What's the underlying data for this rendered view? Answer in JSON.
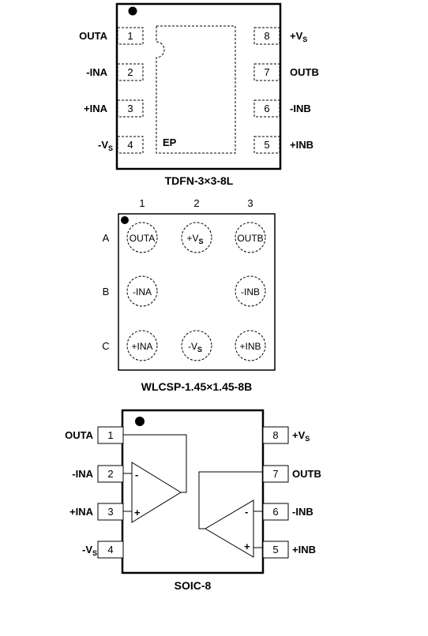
{
  "tdfn": {
    "caption": "TDFN-3×3-8L",
    "pad_label": "EP",
    "left_pins": [
      {
        "num": "1",
        "name": "OUTA",
        "sub": ""
      },
      {
        "num": "2",
        "name": "-INA",
        "sub": ""
      },
      {
        "num": "3",
        "name": "+INA",
        "sub": ""
      },
      {
        "num": "4",
        "name": "-V",
        "sub": "S"
      }
    ],
    "right_pins": [
      {
        "num": "8",
        "name": "+V",
        "sub": "S"
      },
      {
        "num": "7",
        "name": "OUTB",
        "sub": ""
      },
      {
        "num": "6",
        "name": "-INB",
        "sub": ""
      },
      {
        "num": "5",
        "name": "+INB",
        "sub": ""
      }
    ]
  },
  "wlcsp": {
    "caption": "WLCSP-1.45×1.45-8B",
    "columns": [
      "1",
      "2",
      "3"
    ],
    "rows": [
      "A",
      "B",
      "C"
    ],
    "balls": {
      "a1": {
        "name": "OUTA",
        "sub": ""
      },
      "a2": {
        "name": "+V",
        "sub": "S"
      },
      "a3": {
        "name": "OUTB",
        "sub": ""
      },
      "b1": {
        "name": "-INA",
        "sub": ""
      },
      "b3": {
        "name": "-INB",
        "sub": ""
      },
      "c1": {
        "name": "+INA",
        "sub": ""
      },
      "c2": {
        "name": "-V",
        "sub": "S"
      },
      "c3": {
        "name": "+INB",
        "sub": ""
      }
    }
  },
  "soic": {
    "caption": "SOIC-8",
    "left_pins": [
      {
        "num": "1",
        "name": "OUTA",
        "sub": ""
      },
      {
        "num": "2",
        "name": "-INA",
        "sub": ""
      },
      {
        "num": "3",
        "name": "+INA",
        "sub": ""
      },
      {
        "num": "4",
        "name": "-V",
        "sub": "S"
      }
    ],
    "right_pins": [
      {
        "num": "8",
        "name": "+V",
        "sub": "S"
      },
      {
        "num": "7",
        "name": "OUTB",
        "sub": ""
      },
      {
        "num": "6",
        "name": "-INB",
        "sub": ""
      },
      {
        "num": "5",
        "name": "+INB",
        "sub": ""
      }
    ],
    "amp_minus": "-",
    "amp_plus": "+"
  }
}
